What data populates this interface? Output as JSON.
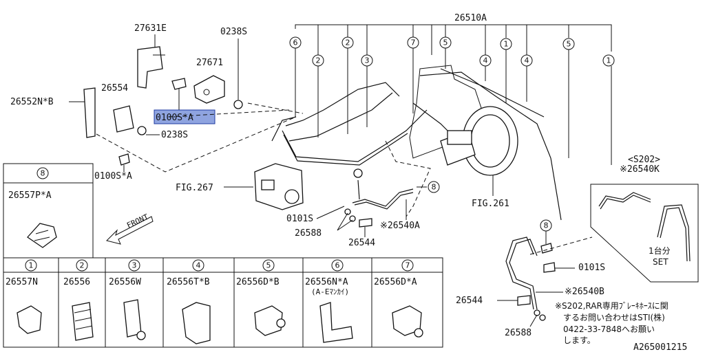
{
  "main_assembly_label": "26510A",
  "hardware_labels": {
    "bracket_top": "27631E",
    "nut_top": "0238S",
    "sensor": "27671",
    "bracket_left": "26552N*B",
    "bracket_mid": "26554",
    "bolt_highlight": "0100S*A",
    "nut_mid": "0238S",
    "bolt_bottom": "0100S*A",
    "fig_left": "FIG.267",
    "fig_right": "FIG.261",
    "bolt_0101s_mid": "0101S",
    "washer_mid": "26588",
    "bolt_mid": "26544",
    "hose_mid": "※26540A",
    "bolt_0101s_right": "0101S",
    "hose_right": "※26540B",
    "bolt_right": "26544",
    "washer_right": "26588",
    "front_arrow": "FRONT"
  },
  "callouts_top": [
    "6",
    "2",
    "2",
    "3",
    "7",
    "5",
    "4",
    "1",
    "4",
    "5",
    "1"
  ],
  "callout_mid_8": "8",
  "callout_right_8": "8",
  "inset_s202": {
    "title": "<S202>",
    "part": "※26540K",
    "note_1": "1台分",
    "note_2": "SET"
  },
  "clip_box_8": {
    "number": "8",
    "part": "26557P*A"
  },
  "clip_table": [
    {
      "number": "1",
      "part": "26557N",
      "sub": ""
    },
    {
      "number": "2",
      "part": "26556",
      "sub": ""
    },
    {
      "number": "3",
      "part": "26556W",
      "sub": ""
    },
    {
      "number": "4",
      "part": "26556T*B",
      "sub": ""
    },
    {
      "number": "5",
      "part": "26556D*B",
      "sub": ""
    },
    {
      "number": "6",
      "part": "26556N*A",
      "sub": "(A-Eﾏﾝｶｲ)"
    },
    {
      "number": "7",
      "part": "26556D*A",
      "sub": ""
    }
  ],
  "footnote_lines": [
    "※S202,RAR専用ﾌﾞﾚｰｷﾎｰｽに関",
    "するお問い合わせはSTI(株)",
    "0422-33-7848へお願い",
    "します。"
  ],
  "diagram_code": "A265001215"
}
